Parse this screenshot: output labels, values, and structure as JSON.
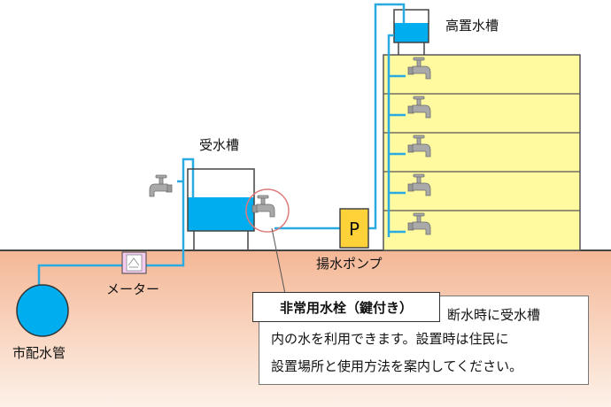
{
  "labels": {
    "elevated_tank": "高置水槽",
    "receiving_tank": "受水槽",
    "pump_letter": "P",
    "pump": "揚水ポンプ",
    "meter": "メーター",
    "city_main": "市配水管"
  },
  "callout": {
    "title": "非常用水栓（鍵付き）",
    "line1": "断水時に受水槽",
    "line2": "内の水を利用できます。設置時は住民に",
    "line3": "設置場所と使用方法を案内してください。"
  },
  "colors": {
    "water": "#00aeef",
    "pipe": "#29abe2",
    "building": "#fffaa0",
    "ground": "#f7c9ab",
    "pump": "#ffd23a",
    "faucet": "#9a9a9a",
    "highlight_circle": "#e07a7a"
  }
}
